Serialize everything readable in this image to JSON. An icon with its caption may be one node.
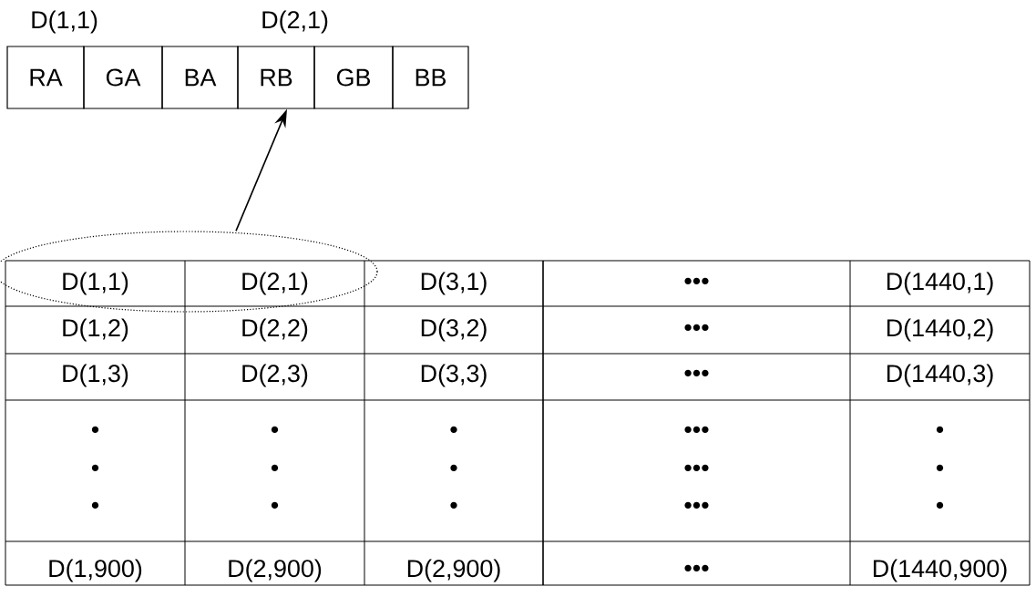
{
  "diagram": {
    "nodes": [
      {
        "text": [
          "RA"
        ],
        "beside": [
          "D(1,1)"
        ]
      },
      {
        "text": [
          "GA"
        ]
      },
      {
        "text": [
          "BA"
        ]
      },
      {
        "text": [
          "RB"
        ],
        "beside": [
          "D(2,1)"
        ]
      },
      {
        "text": [
          "GB"
        ]
      },
      {
        "text": [
          "BB"
        ]
      },
      {
        "text": [],
        "shape": "ellipse"
      }
    ],
    "edges": [
      {
        "from": 6,
        "to": 3,
        "arrow": "to"
      }
    ],
    "labels": [
      "D(1,1)",
      "D(2,1)",
      "D(3,1)",
      "•••",
      "D(1440,1)",
      "D(1,2)",
      "D(2,2)",
      "D(3,2)",
      "•••",
      "D(1440,2)",
      "D(1,3)",
      "D(2,3)",
      "D(3,3)",
      "•••",
      "D(1440,3)",
      "•",
      "•",
      "•",
      "•••",
      "•",
      "•",
      "•",
      "•",
      "•••",
      "•",
      "•",
      "•",
      "•",
      "•••",
      "•",
      "D(1,900)",
      "D(2,900)",
      "D(2,900)",
      "•••",
      "D(1440,900)"
    ]
  }
}
